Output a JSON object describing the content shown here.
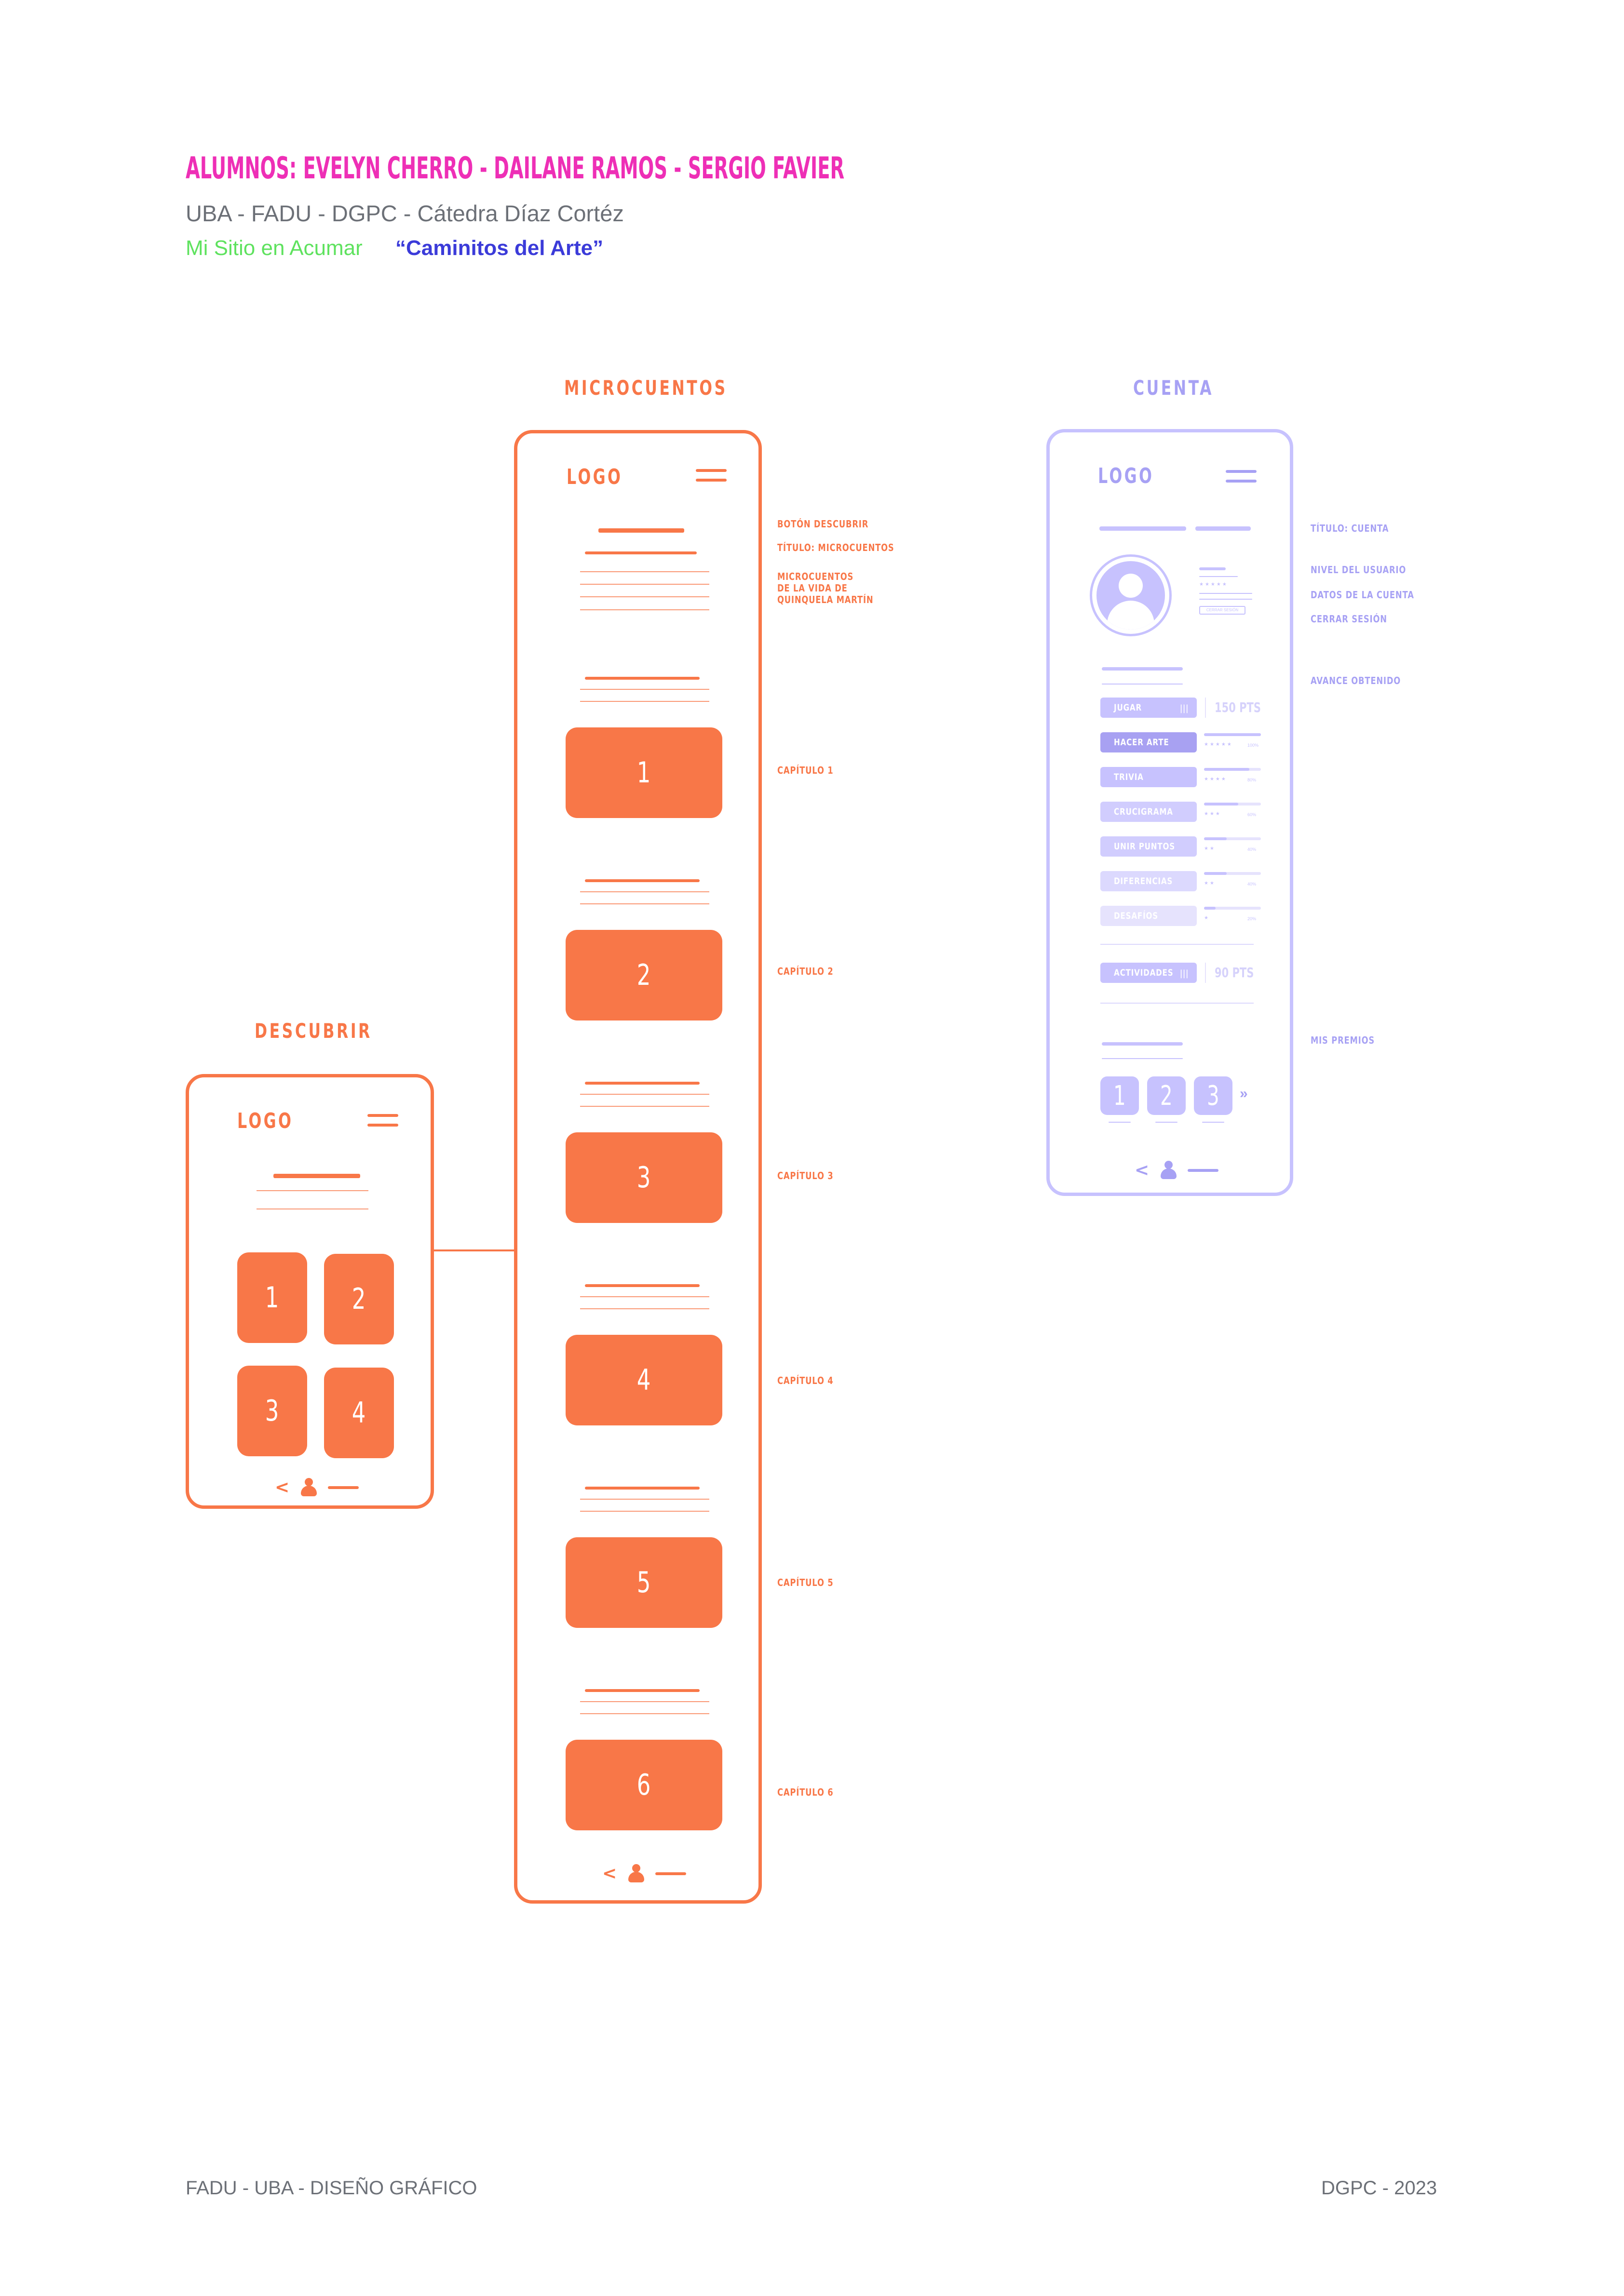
{
  "header": {
    "students": "ALUMNOS: EVELYN CHERRO - DAILANE RAMOS - SERGIO FAVIER",
    "university": "UBA - FADU - DGPC - Cátedra Díaz Cortéz",
    "site": "Mi Sitio en Acumar",
    "project": "“Caminitos del Arte”"
  },
  "colors": {
    "orange": "#f87748",
    "lavender": "#c7c2fe",
    "magenta": "#ee2fb6",
    "green": "#5ee25e",
    "blue": "#3b3bd9"
  },
  "descubrir": {
    "title": "DESCUBRIR",
    "logo": "LOGO",
    "tiles": [
      "1",
      "2",
      "3",
      "4"
    ],
    "nav_back": "<"
  },
  "microcuentos": {
    "title": "MICROCUENTOS",
    "logo": "LOGO",
    "chapters": [
      "1",
      "2",
      "3",
      "4",
      "5",
      "6"
    ],
    "nav_back": "<",
    "notes": {
      "boton": "BOTÓN DESCUBRIR",
      "titulo": "TÍTULO: MICROCUENTOS",
      "desc": "MICROCUENTOS\nDE LA VIDA DE\nQUINQUELA MARTÍN",
      "cap1": "CAPÍTULO 1",
      "cap2": "CAPÍTULO 2",
      "cap3": "CAPÍTULO 3",
      "cap4": "CAPÍTULO 4",
      "cap5": "CAPÍTULO 5",
      "cap6": "CAPÍTULO 6"
    }
  },
  "cuenta": {
    "title": "CUENTA",
    "logo": "LOGO",
    "cerrar_btn": "CERRAR SESIÓN",
    "activities": [
      {
        "label": "JUGAR",
        "icon": "|||",
        "points": "150 PTS"
      },
      {
        "label": "HACER ARTE",
        "stars": "★★★★★",
        "pct": "100%",
        "progress": 1.0
      },
      {
        "label": "TRIVIA",
        "stars": "★★★★",
        "pct": "80%",
        "progress": 0.8
      },
      {
        "label": "CRUCIGRAMA",
        "stars": "★★★",
        "pct": "60%",
        "progress": 0.6
      },
      {
        "label": "UNIR PUNTOS",
        "stars": "★★",
        "pct": "40%",
        "progress": 0.4
      },
      {
        "label": "DIFERENCIAS",
        "stars": "★★",
        "pct": "40%",
        "progress": 0.4
      },
      {
        "label": "DESAFÍOS",
        "stars": "★",
        "pct": "20%",
        "progress": 0.2
      }
    ],
    "actividades": {
      "label": "ACTIVIDADES",
      "icon": "|||",
      "points": "90 PTS"
    },
    "prizes": [
      "1",
      "2",
      "3"
    ],
    "prize_more": "»",
    "nav_back": "<",
    "notes": {
      "titulo": "TÍTULO: CUENTA",
      "nivel": "NIVEL DEL USUARIO",
      "datos": "DATOS DE LA CUENTA",
      "cerrar": "CERRAR SESIÓN",
      "avance": "AVANCE OBTENIDO",
      "premios": "MIS PREMIOS"
    }
  },
  "footer": {
    "left": "FADU - UBA - DISEÑO GRÁFICO",
    "right": "DGPC - 2023"
  }
}
